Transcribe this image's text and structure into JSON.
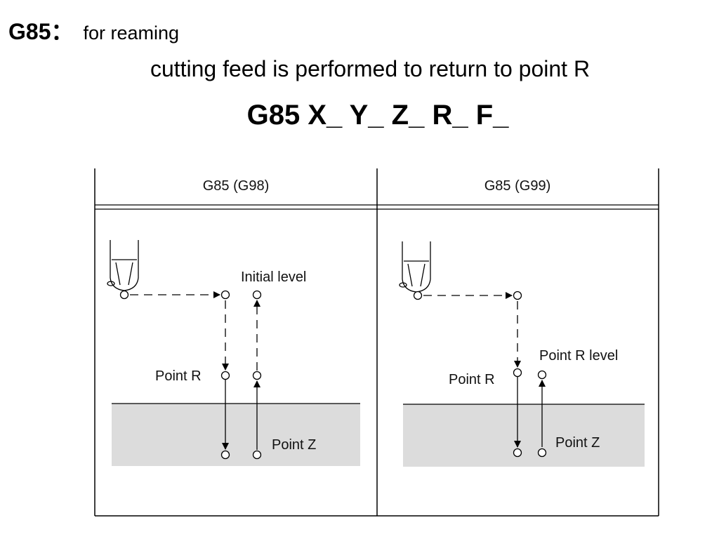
{
  "heading": {
    "code": "G85：",
    "description": "for reaming"
  },
  "subtitle": "cutting feed is performed to return to point R",
  "format": "G85 X_ Y_ Z_ R_ F_",
  "diagram": {
    "left_panel": {
      "header": "G85 (G98)",
      "initial_level_label": "Initial level",
      "point_r_label": "Point R",
      "point_z_label": "Point Z"
    },
    "right_panel": {
      "header": "G85 (G99)",
      "point_r_level_label": "Point R level",
      "point_r_label": "Point R",
      "point_z_label": "Point Z"
    }
  },
  "colors": {
    "workpiece": "#dcdcdc",
    "line": "#000000"
  },
  "icons": [
    "tool-icon",
    "arrow-icon",
    "point-circle-icon"
  ]
}
